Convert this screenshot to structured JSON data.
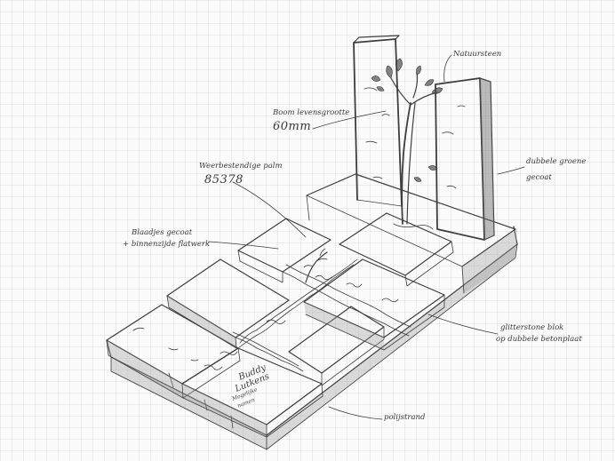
{
  "annotations": {
    "natural_stone": "Natuursteen",
    "tree": {
      "line1": "Boom levensgrootte",
      "line2": "60mm"
    },
    "double_green": {
      "line1": "dubbele groene",
      "line2": "gecoat"
    },
    "weather_palm": {
      "line1": "Weerbestendige palm",
      "line2": "85378"
    },
    "leaves": {
      "line1": "Blaadjes gecoat",
      "line2": "+ binnenzijde flatwerk"
    },
    "glitter": {
      "line1": "glitterstone blok",
      "line2": "op dubbele betonplaat"
    },
    "polished": "polijstrand"
  },
  "engraving": {
    "line1": "Buddy",
    "line2": "Lutkens",
    "line3": "Mogelijke",
    "line4": "namen"
  },
  "colors": {
    "paper": "#fbfbfb",
    "pencil": "#3e3e3e",
    "grid": "#aaaaaa"
  }
}
